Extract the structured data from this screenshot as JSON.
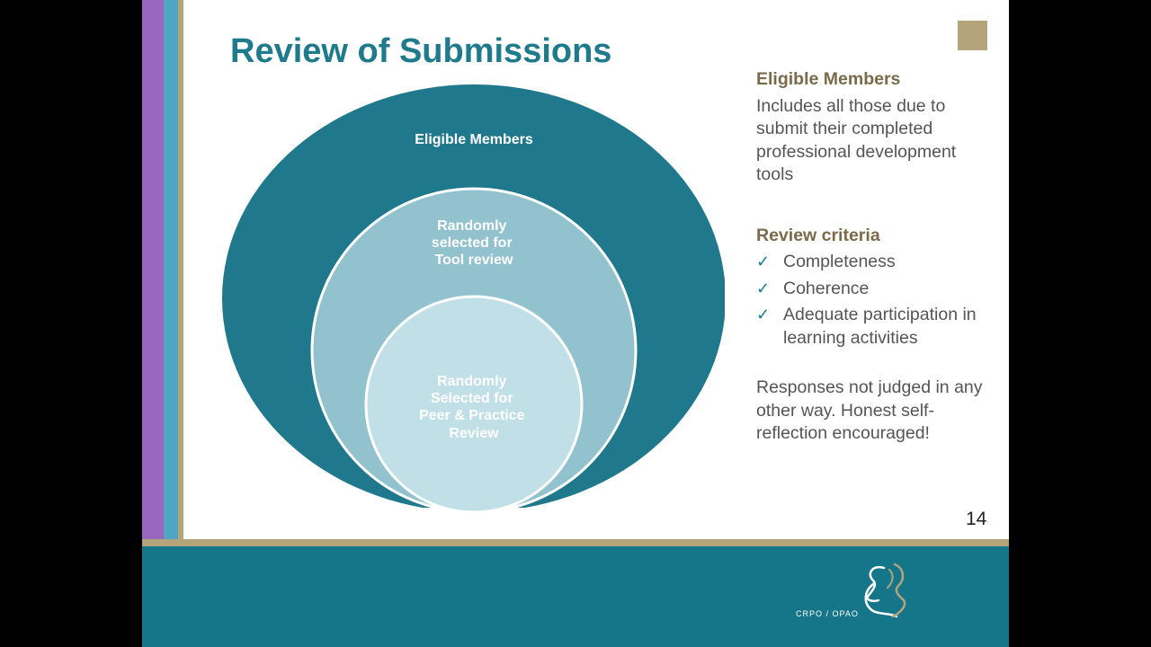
{
  "slide": {
    "title": "Review of Submissions",
    "page_number": "14"
  },
  "diagram": {
    "outer_label": "Eligible Members",
    "middle_label": [
      "Randomly",
      "selected for",
      "Tool review"
    ],
    "inner_label": [
      "Randomly",
      "Selected for",
      "Peer & Practice",
      "Review"
    ]
  },
  "side_panel": {
    "eligible_heading": "Eligible Members",
    "eligible_description": "Includes all those due to submit their completed professional development tools",
    "criteria_heading": "Review criteria",
    "criteria": [
      "Completeness",
      "Coherence",
      "Adequate participation in learning activities"
    ],
    "closing": "Responses not judged in any other way. Honest self-reflection encouraged!"
  },
  "footer": {
    "logo_text": "CRPO / OPAO"
  },
  "colors": {
    "title": "#1f7a8c",
    "outer_circle": "#1f788c",
    "middle_circle": "#93c2cf",
    "inner_circle": "#c0dfe7",
    "footer": "#157589",
    "accent_tan": "#b3a47c",
    "accent_purple": "#9966c0"
  }
}
